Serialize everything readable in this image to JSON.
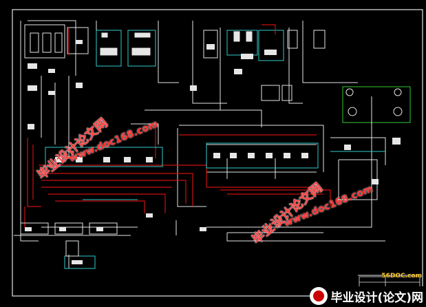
{
  "site_tag": "56DOC.com",
  "watermarks": {
    "cn": "毕业设计论文网",
    "url": "www.doc168.com"
  },
  "logo": {
    "text": "毕业设计(论文)网"
  },
  "colors": {
    "background": "#000000",
    "wire_white": "#e6e6e6",
    "wire_red": "#cc1111",
    "wire_cyan": "#33cccc",
    "wire_green": "#33cc33",
    "watermark_red": "#ff3030"
  }
}
